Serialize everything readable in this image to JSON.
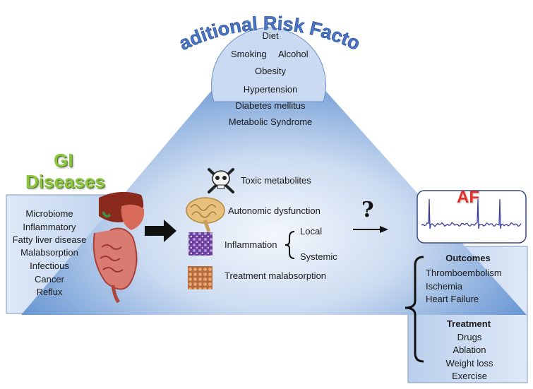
{
  "traditional": {
    "title": "Traditional  Risk Factors",
    "items": [
      "Diet",
      "Smoking",
      "Alcohol",
      "Obesity",
      "Hypertension",
      "Diabetes mellitus",
      "Metabolic Syndrome"
    ]
  },
  "gi": {
    "title_line1": "GI",
    "title_line2": "Diseases",
    "items": [
      "Microbiome",
      "Inflammatory",
      "Fatty liver disease",
      "Malabsorption",
      "Infectious",
      "Cancer",
      "Reflux"
    ]
  },
  "mechanisms": {
    "toxic": "Toxic metabolites",
    "autonomic": "Autonomic dysfunction",
    "inflammation": "Inflammation",
    "local": "Local",
    "systemic": "Systemic",
    "treatment": "Treatment malabsorption"
  },
  "af": {
    "title": "AF",
    "question": "?",
    "outcomes_header": "Outcomes",
    "outcomes": [
      "Thromboembolism",
      "Ischemia",
      "Heart Failure"
    ],
    "treatment_header": "Treatment",
    "treatments": [
      "Drugs",
      "Ablation",
      "Weight loss",
      "Exercise"
    ]
  },
  "colors": {
    "traditional_title": "#4a74c4",
    "gi_title": "#8cc63f",
    "af_title": "#e8312a",
    "ecg_trace": "#3a3f9e",
    "triangle_light": "#dfe9f7",
    "triangle_dark": "#2f63b4"
  }
}
